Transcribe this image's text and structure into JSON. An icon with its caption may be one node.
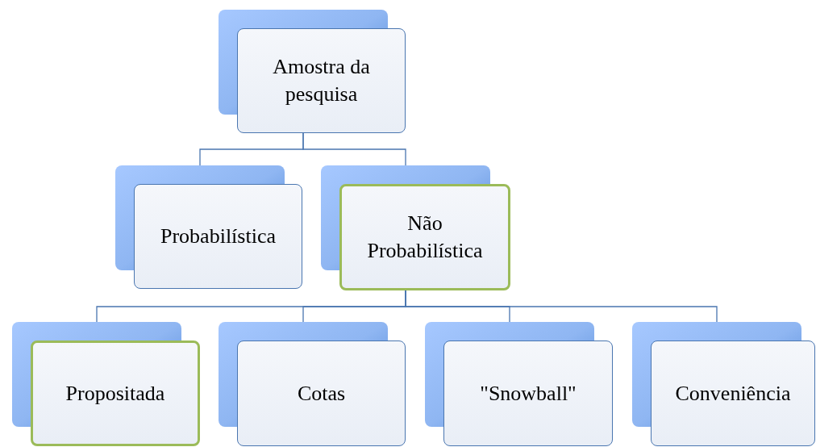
{
  "diagram": {
    "nodes": [
      {
        "text": [
          "Amostra da pesquisa"
        ]
      },
      {
        "text": [
          "Probabilística"
        ]
      },
      {
        "text": [
          "Não Probabilística"
        ]
      },
      {
        "text": [
          "Propositada"
        ]
      },
      {
        "text": [
          "Cotas"
        ]
      },
      {
        "text": [
          "\"Snowball\""
        ]
      },
      {
        "text": [
          "Conveniência"
        ]
      }
    ],
    "edges": [
      {
        "from": 0,
        "to": 1,
        "arrow": "none"
      },
      {
        "from": 0,
        "to": 2,
        "arrow": "none"
      },
      {
        "from": 2,
        "to": 3,
        "arrow": "none"
      },
      {
        "from": 2,
        "to": 4,
        "arrow": "none"
      },
      {
        "from": 2,
        "to": 5,
        "arrow": "none"
      },
      {
        "from": 2,
        "to": 6,
        "arrow": "none"
      }
    ]
  }
}
